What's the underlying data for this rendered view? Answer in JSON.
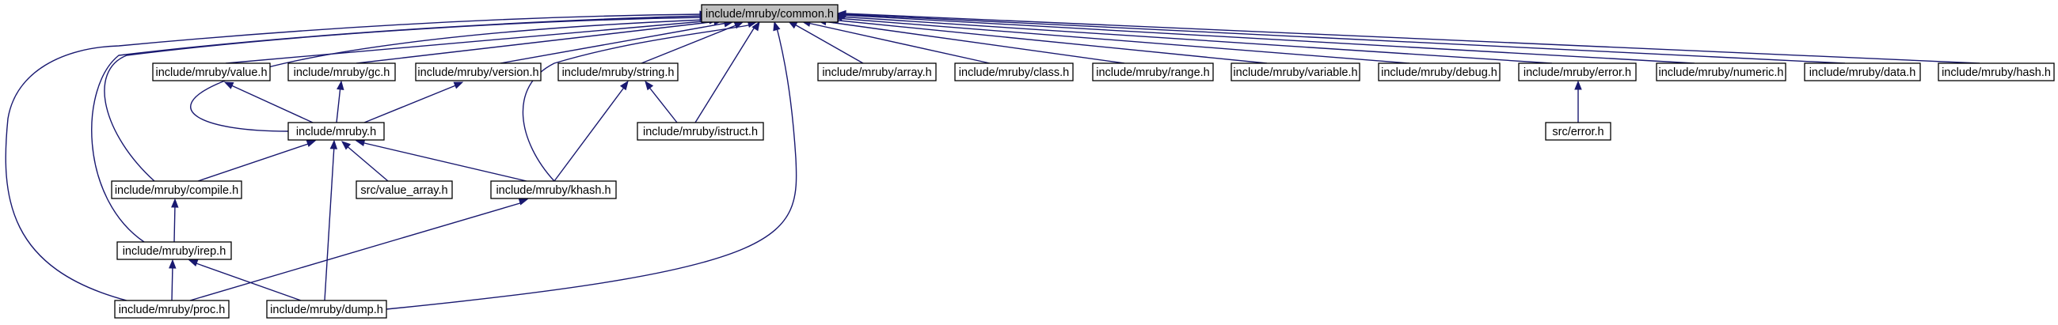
{
  "nodes": {
    "common": {
      "label": "include/mruby/common.h",
      "root": true
    },
    "value": {
      "label": "include/mruby/value.h"
    },
    "gc": {
      "label": "include/mruby/gc.h"
    },
    "version": {
      "label": "include/mruby/version.h"
    },
    "string": {
      "label": "include/mruby/string.h"
    },
    "array": {
      "label": "include/mruby/array.h"
    },
    "class": {
      "label": "include/mruby/class.h"
    },
    "range": {
      "label": "include/mruby/range.h"
    },
    "variable": {
      "label": "include/mruby/variable.h"
    },
    "debug": {
      "label": "include/mruby/debug.h"
    },
    "error": {
      "label": "include/mruby/error.h"
    },
    "numeric": {
      "label": "include/mruby/numeric.h"
    },
    "data": {
      "label": "include/mruby/data.h"
    },
    "hash": {
      "label": "include/mruby/hash.h"
    },
    "mruby": {
      "label": "include/mruby.h"
    },
    "istruct": {
      "label": "include/mruby/istruct.h"
    },
    "src_error": {
      "label": "src/error.h"
    },
    "compile": {
      "label": "include/mruby/compile.h"
    },
    "value_array": {
      "label": "src/value_array.h"
    },
    "khash": {
      "label": "include/mruby/khash.h"
    },
    "irep": {
      "label": "include/mruby/irep.h"
    },
    "proc": {
      "label": "include/mruby/proc.h"
    },
    "dump": {
      "label": "include/mruby/dump.h"
    }
  },
  "edges": [
    {
      "from": "value",
      "to": "common"
    },
    {
      "from": "gc",
      "to": "common"
    },
    {
      "from": "version",
      "to": "common"
    },
    {
      "from": "string",
      "to": "common"
    },
    {
      "from": "array",
      "to": "common"
    },
    {
      "from": "class",
      "to": "common"
    },
    {
      "from": "range",
      "to": "common"
    },
    {
      "from": "variable",
      "to": "common"
    },
    {
      "from": "debug",
      "to": "common"
    },
    {
      "from": "error",
      "to": "common"
    },
    {
      "from": "numeric",
      "to": "common"
    },
    {
      "from": "data",
      "to": "common"
    },
    {
      "from": "hash",
      "to": "common"
    },
    {
      "from": "mruby",
      "to": "common"
    },
    {
      "from": "istruct",
      "to": "common"
    },
    {
      "from": "compile",
      "to": "common"
    },
    {
      "from": "khash",
      "to": "common"
    },
    {
      "from": "irep",
      "to": "common"
    },
    {
      "from": "proc",
      "to": "common"
    },
    {
      "from": "dump",
      "to": "common"
    },
    {
      "from": "mruby",
      "to": "value"
    },
    {
      "from": "mruby",
      "to": "gc"
    },
    {
      "from": "mruby",
      "to": "version"
    },
    {
      "from": "istruct",
      "to": "string"
    },
    {
      "from": "khash",
      "to": "string"
    },
    {
      "from": "src_error",
      "to": "error"
    },
    {
      "from": "compile",
      "to": "mruby"
    },
    {
      "from": "value_array",
      "to": "mruby"
    },
    {
      "from": "khash",
      "to": "mruby"
    },
    {
      "from": "dump",
      "to": "mruby"
    },
    {
      "from": "irep",
      "to": "compile"
    },
    {
      "from": "proc",
      "to": "irep"
    },
    {
      "from": "dump",
      "to": "irep"
    },
    {
      "from": "proc",
      "to": "khash"
    }
  ]
}
